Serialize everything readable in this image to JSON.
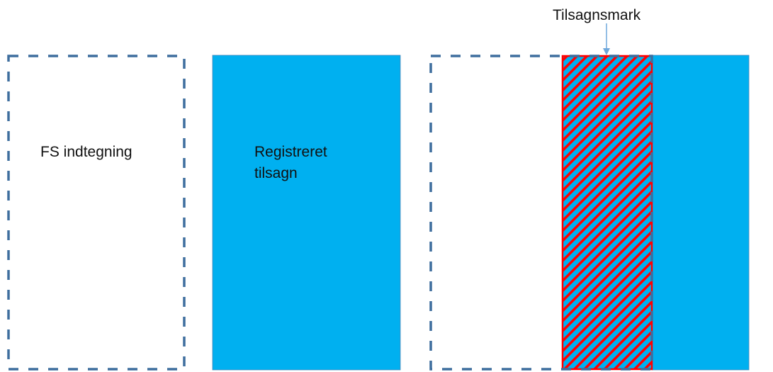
{
  "labels": {
    "fs_drawing": "FS indtegning",
    "registered_commitment_line1": "Registreret",
    "registered_commitment_line2": "tilsagn",
    "commitment_field": "Tilsagnsmark"
  },
  "colors": {
    "dashed_outline": "#3E6E9E",
    "fill_blue": "#00B0F0",
    "hatch_red": "#FF0000",
    "arrow": "#6FA8DC"
  }
}
